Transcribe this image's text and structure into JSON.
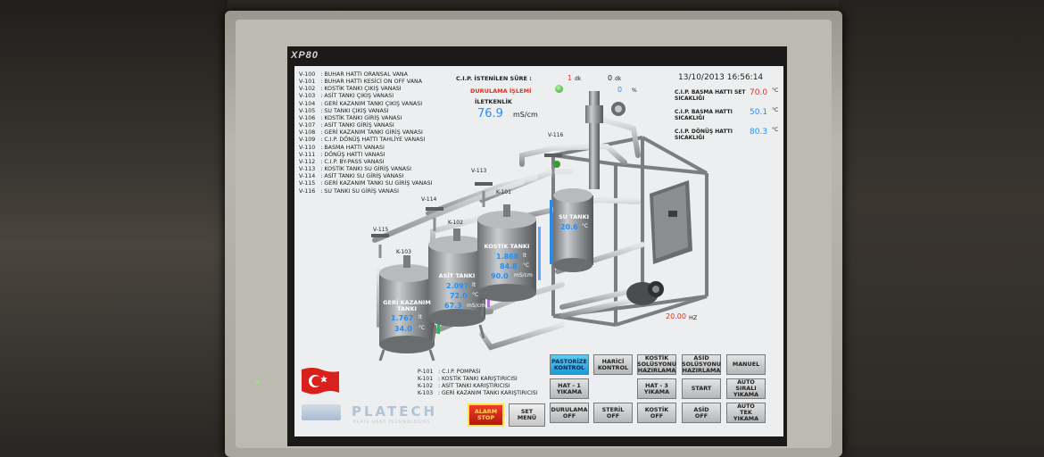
{
  "bezel": {
    "brand": "XP80"
  },
  "valve_list": [
    "V-100   : BUHAR HATTI ORANSAL VANA",
    "V-101   : BUHAR HATTI KESİCİ ON OFF VANA",
    "V-102   : KOSTİK TANKI ÇIKIŞ VANASI",
    "V-103   : ASİT TANKI ÇIKIŞ VANASI",
    "V-104   : GERİ KAZANIM TANKI ÇIKIŞ VANASI",
    "V-105   : SU TANKI ÇIKIŞ VANASI",
    "V-106   : KOSTİK TANKI GİRİŞ VANASI",
    "V-107   : ASİT TANKI GİRİŞ VANASI",
    "V-108   : GERİ KAZANIM TANKI GİRİŞ VANASI",
    "V-109   : C.I.P. DÖNÜŞ HATTI TAHLİYE VANASI",
    "V-110   : BASMA HATTI VANASI",
    "V-111   : DÖNÜŞ HATTI VANASI",
    "V-112   : C.I.P. BY-PASS VANASI",
    "V-113   : KOSTİK TANKI SU GİRİŞ VANASI",
    "V-114   : ASİT TANKI SU GİRİŞ VANASI",
    "V-115   : GERİ KAZANIM TANKI SU GİRİŞ VANASI",
    "V-116   : SU TANKI SU GİRİŞ VANASI"
  ],
  "cip": {
    "required_time_label": "C.I.P. İSTENİLEN SÜRE :",
    "minutes_value": "1",
    "minutes_unit": "dk",
    "elapsed_value": "0",
    "elapsed_unit": "dk",
    "percent_value": "0",
    "percent_unit": "%",
    "process_label": "DURULAMA İŞLEMİ",
    "conductivity_label": "İLETKENLİK",
    "conductivity_value": "76.9",
    "conductivity_unit": "mS/cm"
  },
  "datetime": "13/10/2013  16:56:14",
  "readings": [
    {
      "label": "C.I.P. BASMA HATTI SET SICAKLIĞI",
      "value": "70.0",
      "unit": "°C",
      "color": "#e53020"
    },
    {
      "label": "C.I.P. BASMA HATTI SICAKLIĞI",
      "value": "50.1",
      "unit": "°C",
      "color": "#1e90ff"
    },
    {
      "label": "C.I.P. DÖNÜŞ HATTI SICAKLIĞI",
      "value": "80.3",
      "unit": "°C",
      "color": "#1e90ff"
    }
  ],
  "valve_tags": {
    "v115": "V-115",
    "v114": "V-114",
    "v113": "V-113",
    "v116": "V-116"
  },
  "tanks": {
    "k103": {
      "tag": "K-103",
      "name": "GERİ KAZANIM TANKI",
      "level": "1.767",
      "level_unit": "lt",
      "temp": "34.0",
      "temp_unit": "°C"
    },
    "k102": {
      "tag": "K-102",
      "name": "ASİT TANKI",
      "level": "2.097",
      "level_unit": "lt",
      "temp": "72.0",
      "temp_unit": "°C",
      "cond": "67.3",
      "cond_unit": "mS/cm"
    },
    "k101": {
      "tag": "K-101",
      "name": "KOSTİK TANKI",
      "level": "1.868",
      "level_unit": "lt",
      "temp": "84.8",
      "temp_unit": "°C",
      "cond": "90.0",
      "cond_unit": "mS/cm"
    },
    "su": {
      "name": "SU TANKI",
      "temp": "20.6",
      "temp_unit": "°C"
    }
  },
  "pump_freq": {
    "value": "20.00",
    "unit": "HZ"
  },
  "pump_list": [
    "P-101   : C.I.P. POMPASI",
    "K-101   : KOSTİK TANKI KARIŞTIRICISI",
    "K-102   : ASİT TANKI KARIŞTIRICISI",
    "K-103   : GERİ KAZANIM TANKI KARIŞTIRICISI"
  ],
  "logo": {
    "name": "PLATECH",
    "tagline": "PLATE HEAT TECHNOLOGIES"
  },
  "buttons": {
    "alarm_stop": "ALARM\nSTOP",
    "set_menu": "SET\nMENÜ",
    "pastorize": "PASTORİZE\nKONTROL",
    "harici": "HARİCİ\nKONTROL",
    "kostik_hazirlama": "KOSTİK\nSOLÜSYONU\nHAZIRLAMA",
    "asid_hazirlama": "ASİD\nSOLÜSYONU\nHAZIRLAMA",
    "manuel": "MANUEL",
    "hat1": "HAT - 1\nYIKAMA",
    "hat3": "HAT - 3\nYIKAMA",
    "start": "START",
    "auto_sirali": "AUTO\nSIRALI\nYIKAMA",
    "durulama_off": "DURULAMA\nOFF",
    "steril_off": "STERİL\nOFF",
    "kostik_off": "KOSTİK\nOFF",
    "asid_off": "ASİD\nOFF",
    "auto_tek": "AUTO\nTEK\nYIKAMA"
  },
  "colors": {
    "accent_blue": "#1e90ff",
    "alarm_red": "#d42a1c",
    "value_red": "#e53020",
    "active_button": "#2fb2e8"
  }
}
